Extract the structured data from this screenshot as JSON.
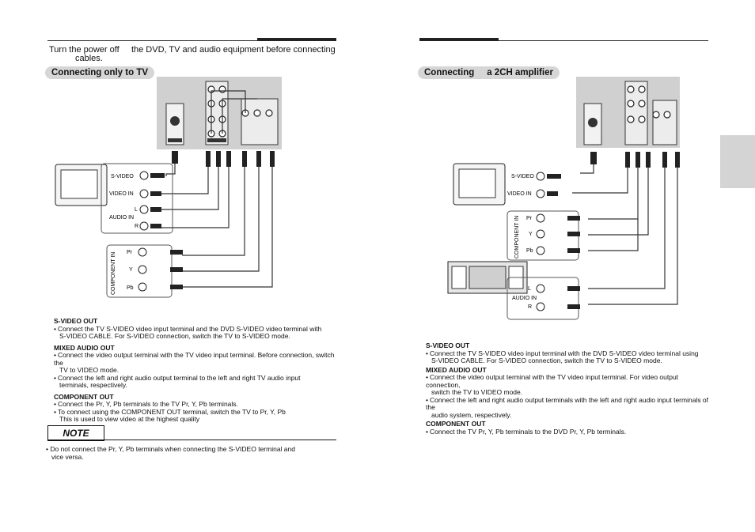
{
  "left": {
    "intro_line1": "Turn the power off     the DVD, TV and audio equipment before connecting",
    "intro_line2": "cables.",
    "section_title": "Connecting only to TV",
    "diagram": {
      "tv_labels": [
        "S-VIDEO",
        "VIDEO IN",
        "L",
        "AUDIO IN",
        "R"
      ],
      "component_title": "COMPONENT IN",
      "component_labels": [
        "Pr",
        "Y",
        "Pb"
      ]
    },
    "svideo_head": "S-VIDEO OUT",
    "svideo_l1": "Connect the TV S-VIDEO video input terminal and the DVD S-VIDEO video terminal with",
    "svideo_l2": "S-VIDEO CABLE. For S-VIDEO connection, switch the TV to S-VIDEO mode.",
    "mixed_head": "MIXED AUDIO OUT",
    "mixed_l1": "Connect the video output terminal with the TV video input terminal. Before connection, switch the",
    "mixed_l2": "TV to VIDEO mode.",
    "mixed_l3": "Connect the left and right audio output terminal to the left and right TV audio input",
    "mixed_l4": "terminals, respectively.",
    "comp_head": "COMPONENT OUT",
    "comp_l1": "Connect the Pr, Y, Pb terminals to the TV  Pr, Y, Pb terminals.",
    "comp_l2": "To connect using the COMPONENT OUT terminal, switch the TV to Pr, Y, Pb",
    "comp_l3": "This is used to view video at the highest quality",
    "note_label": "NOTE",
    "note_l1": "Do not connect the Pr, Y, Pb terminals when connecting the S-VIDEO terminal and",
    "note_l2": "vice versa."
  },
  "right": {
    "section_title": "Connecting     a 2CH amplifier",
    "diagram": {
      "tv_labels": [
        "S-VIDEO",
        "VIDEO IN"
      ],
      "component_title": "COMPONENT IN",
      "component_labels": [
        "Pr",
        "Y",
        "Pb"
      ],
      "amp_labels": [
        "L",
        "AUDIO IN",
        "R"
      ]
    },
    "svideo_head": "S-VIDEO OUT",
    "svideo_l1": "Connect the TV S-VIDEO video input terminal with the DVD S-VIDEO video terminal using",
    "svideo_l2": "S-VIDEO CABLE. For S-VIDEO connection, switch the TV to S-VIDEO mode.",
    "mixed_head": "MIXED AUDIO OUT",
    "mixed_l1": "Connect the video output terminal with the TV video input terminal. For video output connection,",
    "mixed_l2": "switch the TV to VIDEO mode.",
    "mixed_l3": "Connect the left and right audio output terminals with the left and right audio input terminals of the",
    "mixed_l4": "audio system, respectively.",
    "comp_head": "COMPONENT OUT",
    "comp_l1": "Connect the TV Pr, Y, Pb terminals to the DVD Pr, Y, Pb terminals."
  }
}
